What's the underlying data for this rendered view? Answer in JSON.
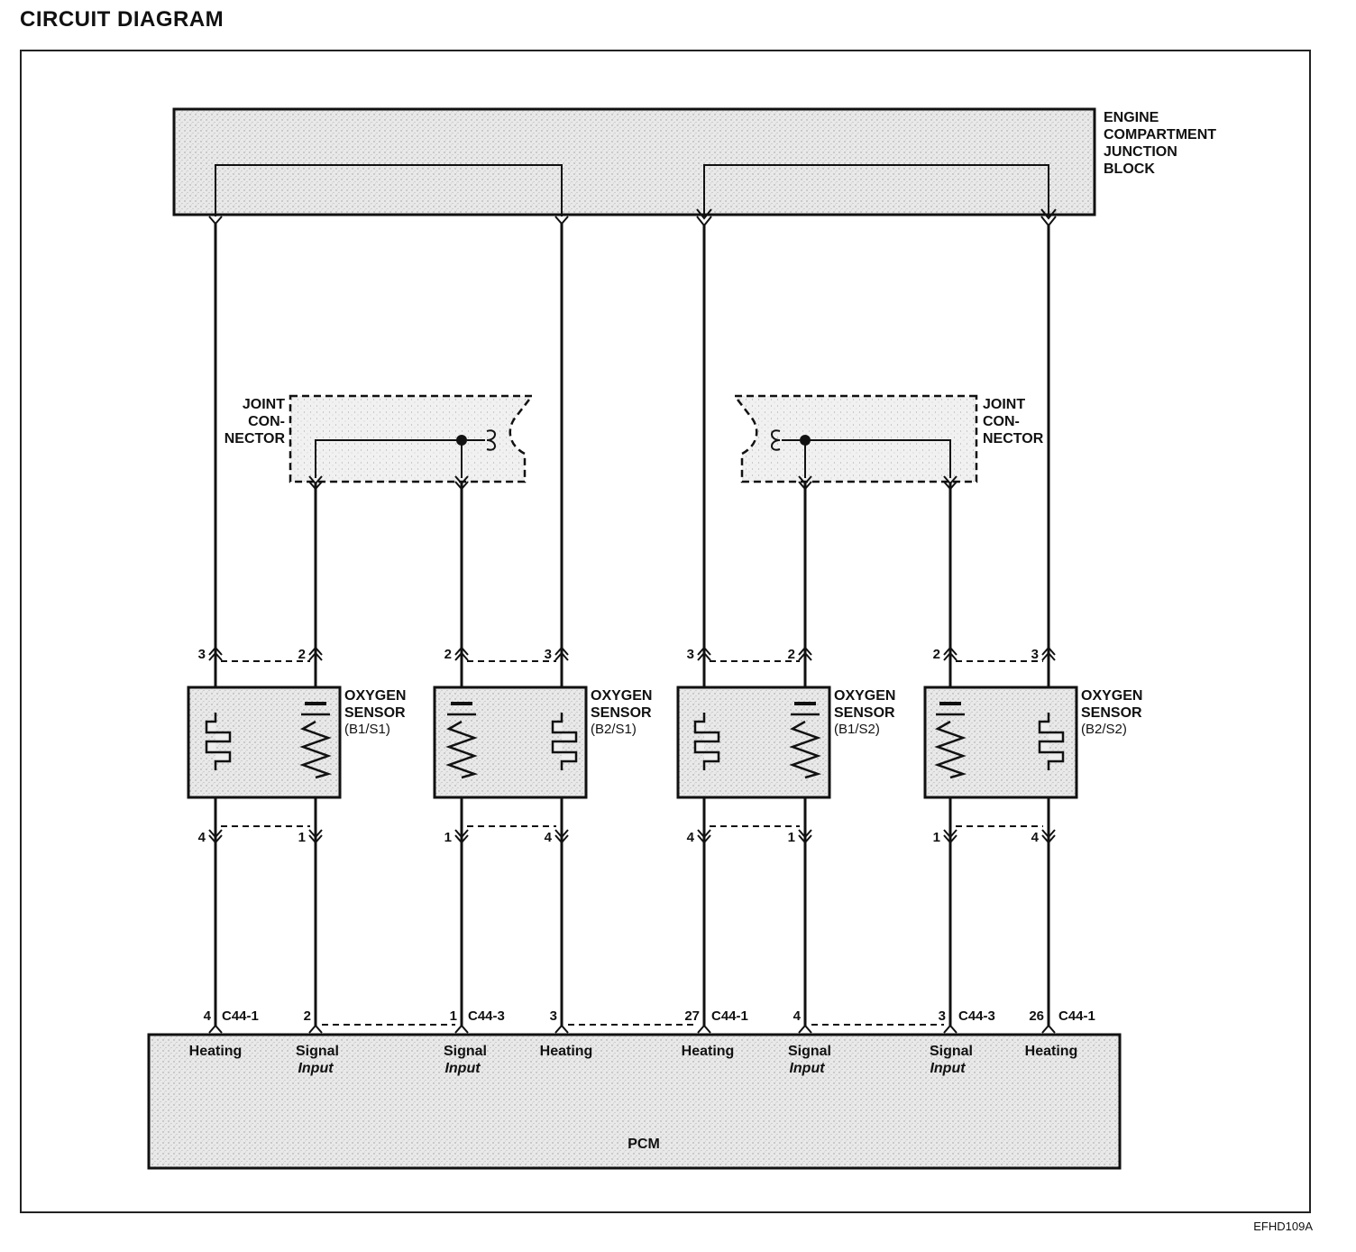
{
  "title": "CIRCUIT DIAGRAM",
  "figure_code": "EFHD109A",
  "junction_block": {
    "line1": "ENGINE",
    "line2": "COMPARTMENT",
    "line3": "JUNCTION",
    "line4": "BLOCK"
  },
  "joint_connector": {
    "line1": "JOINT",
    "line2": "CON-",
    "line3": "NECTOR"
  },
  "sensors": [
    {
      "line1": "OXYGEN",
      "line2": "SENSOR",
      "id": "(B1/S1)",
      "top_pins": [
        "3",
        "2"
      ],
      "bottom_pins": [
        "4",
        "1"
      ]
    },
    {
      "line1": "OXYGEN",
      "line2": "SENSOR",
      "id": "(B2/S1)",
      "top_pins": [
        "2",
        "3"
      ],
      "bottom_pins": [
        "1",
        "4"
      ]
    },
    {
      "line1": "OXYGEN",
      "line2": "SENSOR",
      "id": "(B1/S2)",
      "top_pins": [
        "3",
        "2"
      ],
      "bottom_pins": [
        "4",
        "1"
      ]
    },
    {
      "line1": "OXYGEN",
      "line2": "SENSOR",
      "id": "(B2/S2)",
      "top_pins": [
        "2",
        "3"
      ],
      "bottom_pins": [
        "1",
        "4"
      ]
    }
  ],
  "pcm": {
    "label": "PCM",
    "terminals": [
      {
        "pin": "4",
        "connector": "C44-1",
        "l1": "Heating",
        "l2": ""
      },
      {
        "pin": "2",
        "connector": "",
        "l1": "Signal",
        "l2": "Input"
      },
      {
        "pin": "1",
        "connector": "C44-3",
        "l1": "Signal",
        "l2": "Input"
      },
      {
        "pin": "3",
        "connector": "",
        "l1": "Heating",
        "l2": ""
      },
      {
        "pin": "27",
        "connector": "C44-1",
        "l1": "Heating",
        "l2": ""
      },
      {
        "pin": "4",
        "connector": "",
        "l1": "Signal",
        "l2": "Input"
      },
      {
        "pin": "3",
        "connector": "C44-3",
        "l1": "Signal",
        "l2": "Input"
      },
      {
        "pin": "26",
        "connector": "C44-1",
        "l1": "Heating",
        "l2": ""
      }
    ]
  }
}
